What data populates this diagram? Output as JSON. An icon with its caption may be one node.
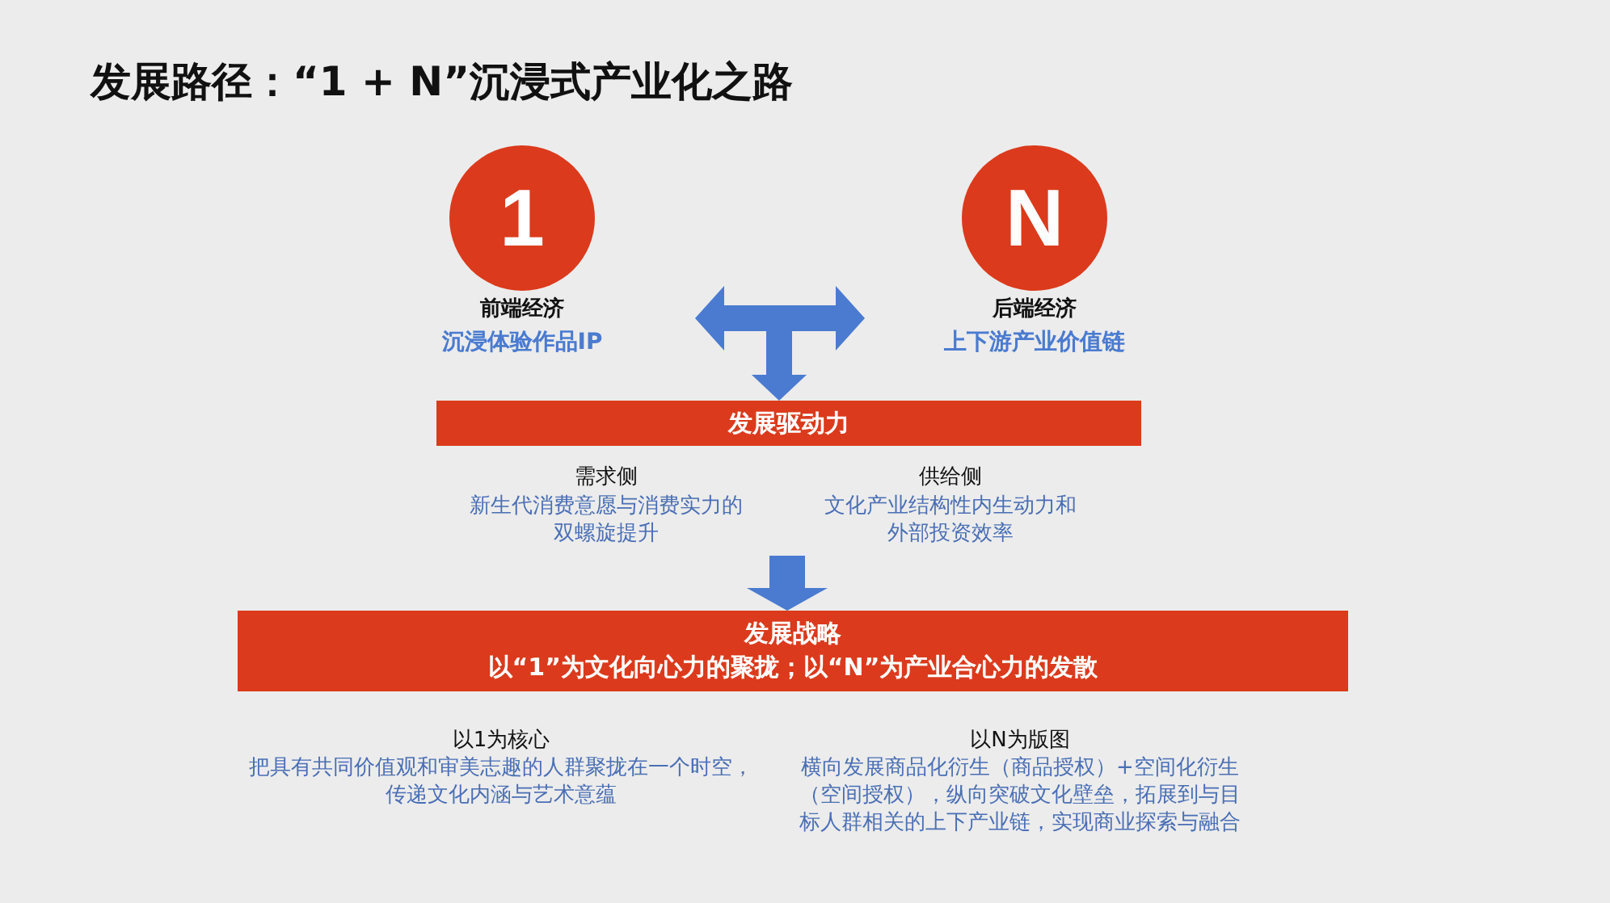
{
  "diagram": {
    "title": "发展路径：“1 + N”沉浸式产业化之路",
    "nodes": [
      {
        "text": [
          "1"
        ],
        "beside": [
          "前端经济",
          "沉浸体验作品IP"
        ]
      },
      {
        "text": [
          "N"
        ],
        "beside": [
          "后端经济",
          "上下游产业价值链"
        ]
      },
      {
        "text": [
          "发展驱动力"
        ]
      },
      {
        "text": [
          "发展战略",
          "以“1”为文化向心力的聚拢；以“N”为产业合心力的发散"
        ]
      }
    ],
    "edges": [
      {
        "from": 0,
        "to": 1,
        "arrow": "both"
      },
      {
        "from": null,
        "to": 2,
        "arrow": "to"
      },
      {
        "from": null,
        "to": 3,
        "arrow": "to"
      }
    ],
    "labels": [
      "需求侧",
      "新生代消费意愿与消费实力的双螺旋提升",
      "供给侧",
      "文化产业结构性内生动力和外部投资效率",
      "以1为核心",
      "把具有共同价值观和审美志趣的人群聚拢在一个时空，传递文化内涵与艺术意蕴",
      "以N为版图",
      "横向发展商品化衍生（商品授权）+空间化衍生（空间授权），纵向突破文化壁垒，拓展到与目标人群相关的上下产业链，实现商业探索与融合"
    ]
  }
}
